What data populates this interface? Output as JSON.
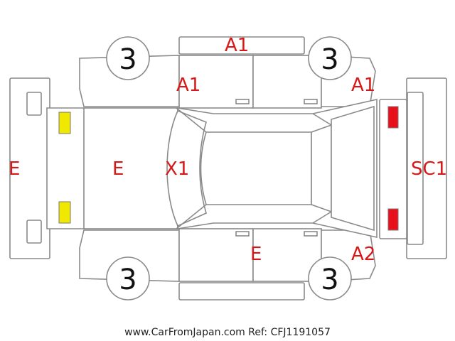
{
  "tires": {
    "front_left": "3",
    "front_right": "3",
    "rear_left": "3",
    "rear_right": "3"
  },
  "codes": {
    "roof": "A1",
    "left_front_fender": "A1",
    "right_front_fender": "A1",
    "rear_bumper": "E",
    "rear_hatch": "E",
    "rear_window": "X1",
    "front_bumper": "SC1",
    "right_rear_door": "E",
    "right_front_fender_lower": "A2"
  },
  "colors": {
    "code_text": "#d81818",
    "outline": "#8a8a8a",
    "rear_lights": "#f0e800",
    "front_lights": "#e8101a"
  },
  "footer": {
    "watermark": "www.CarFromJapan.com Ref: CFJ1191057"
  }
}
